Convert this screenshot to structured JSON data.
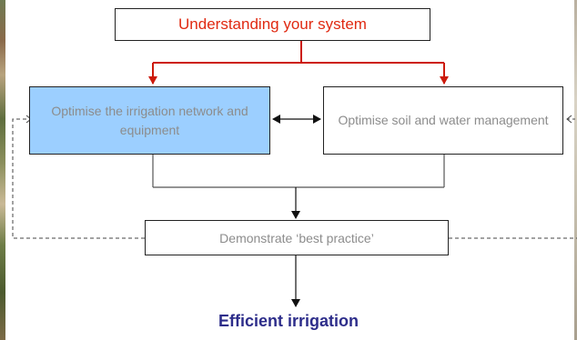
{
  "diagram": {
    "title": "Understanding your system",
    "left_box": "Optimise the irrigation network and equipment",
    "right_box": "Optimise soil and water management",
    "middle_box": "Demonstrate ‘best practice’",
    "result": "Efficient irrigation"
  },
  "colors": {
    "title_text": "#e02a12",
    "highlight_fill": "#9ccfff",
    "node_text": "#8c8c8c",
    "result_text": "#2d2d8a",
    "connector_red": "#cc1a0a"
  }
}
